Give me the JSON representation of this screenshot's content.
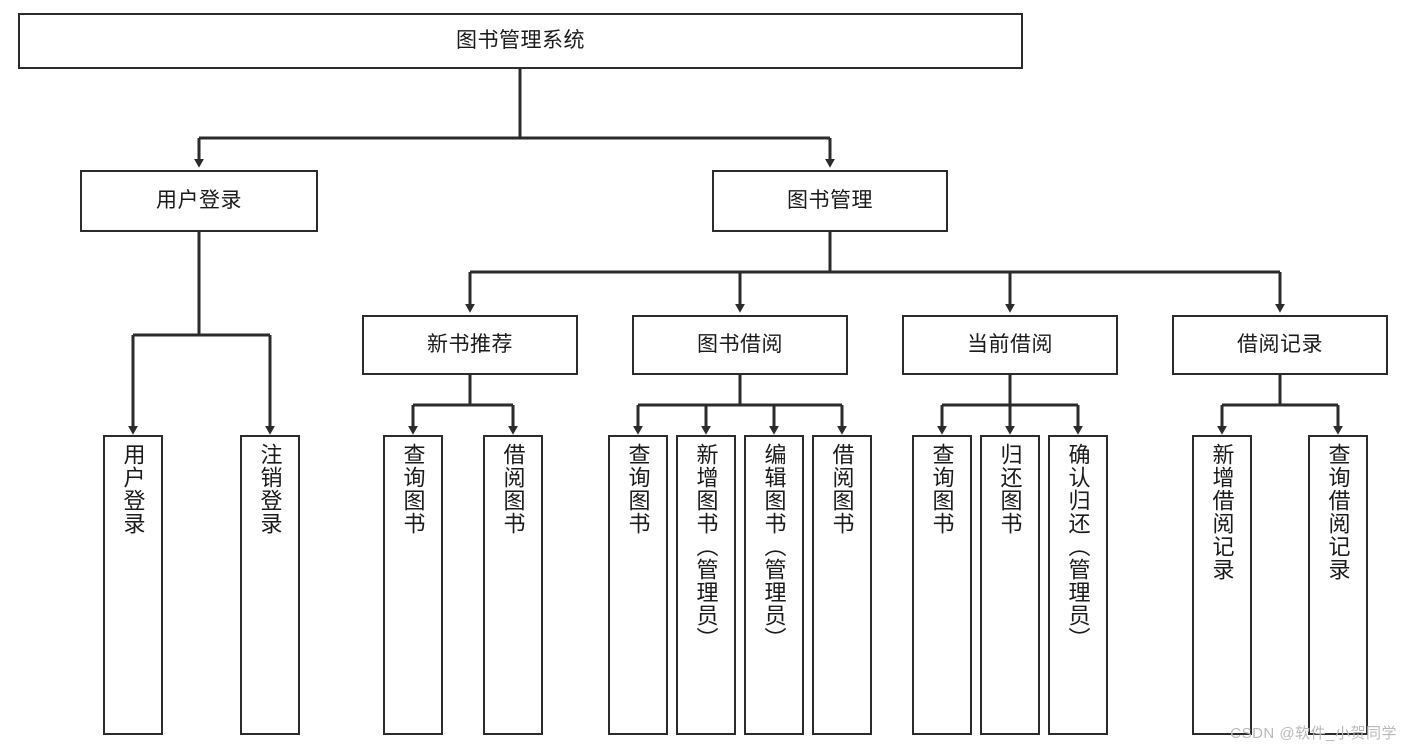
{
  "diagram": {
    "title": "图书管理系统",
    "type": "tree-hierarchy-chart",
    "colors": {
      "stroke": "#2b2b2b",
      "fill": "#ffffff",
      "text": "#1a1a1a",
      "watermark": "#b9b9b9"
    },
    "watermark": "CSDN @软件_小贺同学",
    "nodes": {
      "root": {
        "label": "图书管理系统"
      },
      "level2": [
        {
          "id": "user-login",
          "label": "用户登录"
        },
        {
          "id": "book-management",
          "label": "图书管理"
        }
      ],
      "level3": [
        {
          "id": "new-book-recommend",
          "label": "新书推荐"
        },
        {
          "id": "book-borrow",
          "label": "图书借阅"
        },
        {
          "id": "current-borrow",
          "label": "当前借阅"
        },
        {
          "id": "borrow-record",
          "label": "借阅记录"
        }
      ],
      "leaves": {
        "user-login": [
          {
            "id": "leaf-user-login",
            "label": "用户登录"
          },
          {
            "id": "leaf-logout-login",
            "label": "注销登录"
          }
        ],
        "new-book-recommend": [
          {
            "id": "leaf-query-book-1",
            "label": "查询图书"
          },
          {
            "id": "leaf-borrow-book-1",
            "label": "借阅图书"
          }
        ],
        "book-borrow": [
          {
            "id": "leaf-query-book-2",
            "label": "查询图书"
          },
          {
            "id": "leaf-add-book",
            "label": "新增图书（管理员）"
          },
          {
            "id": "leaf-edit-book",
            "label": "编辑图书（管理员）"
          },
          {
            "id": "leaf-borrow-book-2",
            "label": "借阅图书"
          }
        ],
        "current-borrow": [
          {
            "id": "leaf-query-book-3",
            "label": "查询图书"
          },
          {
            "id": "leaf-return-book",
            "label": "归还图书"
          },
          {
            "id": "leaf-confirm-return",
            "label": "确认归还（管理员）"
          }
        ],
        "borrow-record": [
          {
            "id": "leaf-add-record",
            "label": "新增借阅记录"
          },
          {
            "id": "leaf-query-record",
            "label": "查询借阅记录"
          }
        ]
      }
    }
  }
}
